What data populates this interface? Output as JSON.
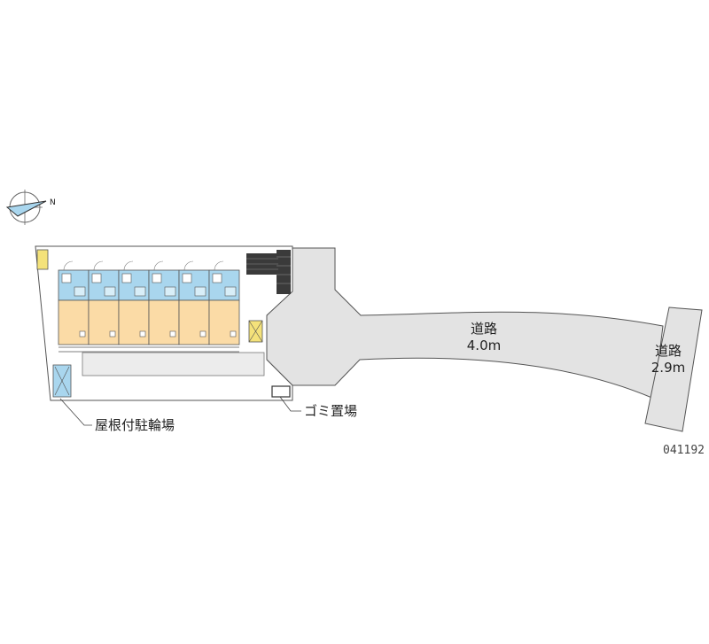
{
  "compass": {
    "north_mark": "N"
  },
  "road_main": {
    "name": "道路",
    "width": "4.0m"
  },
  "road_side": {
    "name": "道路",
    "width": "2.9m"
  },
  "callouts": {
    "bicycle_parking": "屋根付駐輪場",
    "garbage_area": "ゴミ置場"
  },
  "plan_code": "041192",
  "colors": {
    "road": "#e3e3e3",
    "unit_blue": "#a9d6ee",
    "unit_orange": "#fbdba6",
    "outline": "#555555",
    "mark_yellow": "#f4e27a"
  }
}
